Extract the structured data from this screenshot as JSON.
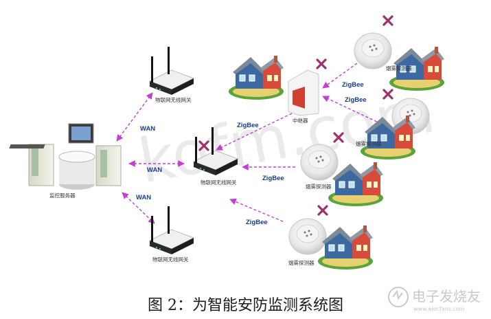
{
  "labels": {
    "server": "监控服务器",
    "gateway": "物联网无线网关",
    "relay": "中继器",
    "detector": "烟雾探测器"
  },
  "links": {
    "wan": "WAN",
    "zigbee": "ZigBee"
  },
  "watermark": "kofm.com",
  "caption": "图 2：为智能安防监测系统图",
  "logo": {
    "name": "电子发烧友",
    "url": "www.elecfans.com"
  },
  "colors": {
    "link_line": "#c040d0",
    "link_text": "#1a3c8c",
    "fail_mark": "#a0306a"
  }
}
